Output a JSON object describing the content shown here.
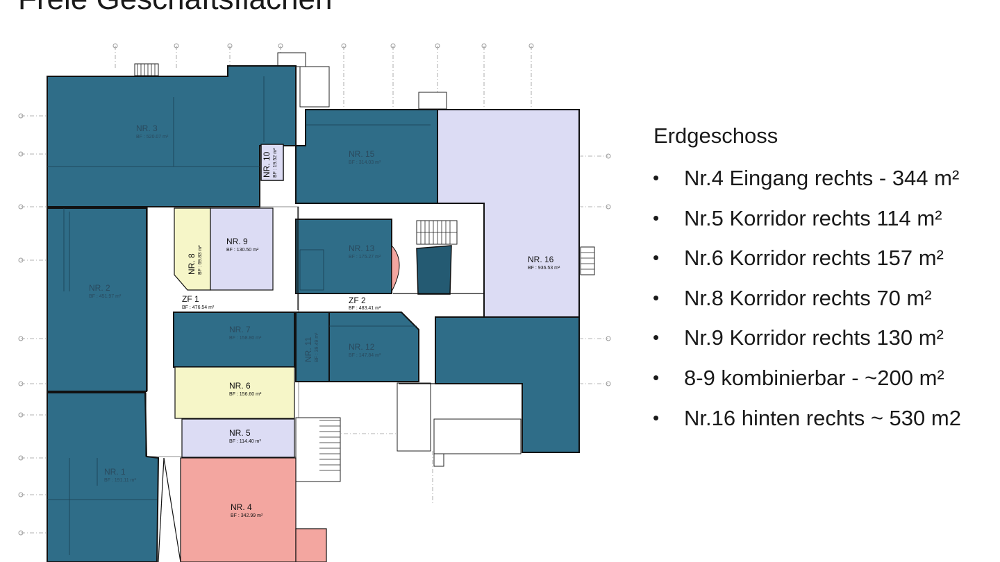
{
  "slide": {
    "title": "Freie Geschäftsflächen"
  },
  "legend": {
    "heading": "Erdgeschoss",
    "bullet": "•",
    "items": [
      "Nr.4 Eingang rechts - 344 m²",
      "Nr.5 Korridor rechts 114 m²",
      "Nr.6 Korridor rechts 157 m²",
      "Nr.8 Korridor rechts 70 m²",
      "Nr.9 Korridor rechts 130 m²",
      "8-9 kombinierbar - ~200 m²",
      "Nr.16 hinten rechts ~ 530 m2"
    ]
  },
  "colors": {
    "occupied": "#2f6d88",
    "occupied_dark": "#245a72",
    "free_lavender": "#dcdcf4",
    "free_yellow": "#f6f6c8",
    "free_red": "#f3a6a0",
    "wall": "#111111",
    "grid": "#9a9a9a"
  },
  "rooms": {
    "nr3": {
      "label": "NR. 3",
      "area": "BF : 520.07 m²"
    },
    "nr10": {
      "label": "NR. 10",
      "area": "BF : 19.52 m²"
    },
    "nr15": {
      "label": "NR. 15",
      "area": "BF : 314.03 m²"
    },
    "nr16": {
      "label": "NR. 16",
      "area": "BF : 936.53 m²"
    },
    "nr8": {
      "label": "NR. 8",
      "area": "BF : 69.83 m²"
    },
    "nr9": {
      "label": "NR. 9",
      "area": "BF : 130.50 m²"
    },
    "nr13": {
      "label": "NR. 13",
      "area": "BF : 175.27 m²"
    },
    "nr2": {
      "label": "NR. 2",
      "area": "BF : 451.97 m²"
    },
    "zf1": {
      "label": "ZF 1",
      "area": "BF : 476.54 m²"
    },
    "zf2": {
      "label": "ZF 2",
      "area": "BF : 483.41 m²"
    },
    "nr7": {
      "label": "NR. 7",
      "area": "BF : 158.80 m²"
    },
    "nr11": {
      "label": "NR. 11",
      "area": "BF : 39.49 m²"
    },
    "nr12": {
      "label": "NR. 12",
      "area": "BF : 147.84 m²"
    },
    "nr6": {
      "label": "NR. 6",
      "area": "BF : 156.60 m²"
    },
    "nr5": {
      "label": "NR. 5",
      "area": "BF : 114.40 m²"
    },
    "nr1": {
      "label": "NR. 1",
      "area": "BF : 191.11 m²"
    },
    "nr4": {
      "label": "NR. 4",
      "area": "BF : 342.99 m²"
    }
  }
}
